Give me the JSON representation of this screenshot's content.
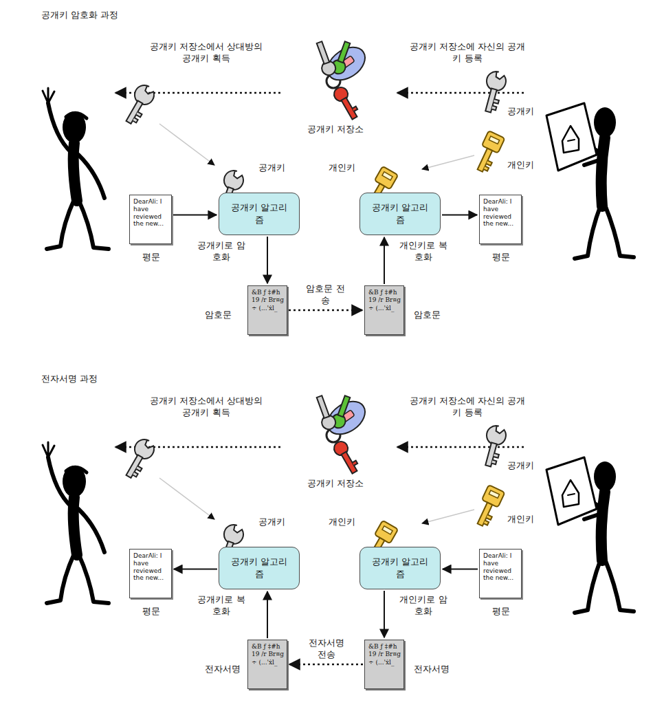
{
  "diagram": {
    "nodes": [
      {
        "text": [
          "DearAli: I have reviewed the new..."
        ]
      },
      {
        "text": [
          "공개키 알고리즘"
        ]
      },
      {
        "text": [
          "공개키 알고리즘"
        ]
      },
      {
        "text": [
          "DearAli: I have reviewed the new..."
        ]
      },
      {
        "text": [
          "&B ƒ ‡#h19 /r Br¤g ÷ (...'ẋl_"
        ]
      },
      {
        "text": [
          "&B ƒ ‡#h19 /r Br¤g ÷ (...'ẋl_"
        ]
      },
      {
        "text": [
          "DearAli: I have reviewed the new..."
        ]
      },
      {
        "text": [
          "공개키 알고리즘"
        ]
      },
      {
        "text": [
          "공개키 알고리즘"
        ]
      },
      {
        "text": [
          "DearAli: I have reviewed the new..."
        ]
      },
      {
        "text": [
          "&B ƒ ‡#h19 /r Br¤g ÷ (...'ẋl_"
        ]
      },
      {
        "text": [
          "&B ƒ ‡#h19 /r Br¤g ÷ (...'ẋl_"
        ]
      }
    ],
    "edges": [
      {
        "from": 0,
        "to": 1,
        "arrow": "to"
      },
      {
        "from": 1,
        "to": 4,
        "arrow": "to"
      },
      {
        "from": 4,
        "to": 5,
        "label": "암호문 전송",
        "arrow": "to"
      },
      {
        "from": 5,
        "to": 2,
        "arrow": "to"
      },
      {
        "from": 2,
        "to": 3,
        "arrow": "to"
      },
      {
        "from": 9,
        "to": 8,
        "arrow": "to"
      },
      {
        "from": 8,
        "to": 11,
        "arrow": "to"
      },
      {
        "from": 11,
        "to": 10,
        "label": "전자서명 전송",
        "arrow": "to"
      },
      {
        "from": 10,
        "to": 7,
        "arrow": "to"
      },
      {
        "from": 7,
        "to": 6,
        "arrow": "to"
      }
    ],
    "labels": [
      "공개키 암호화 과정",
      "공개키 저장소에서 상대방의 공개키 획득",
      "공개키 저장소에 자신의 공개키 등록",
      "공개키 저장소",
      "공개키",
      "개인키",
      "공개키",
      "개인키",
      "공개키로 암호화",
      "개인키로 복호화",
      "평문",
      "평문",
      "암호문",
      "암호문",
      "전자서명 과정",
      "공개키 저장소에서 상대방의 공개키 획득",
      "공개키 저장소에 자신의 공개키 등록",
      "공개키 저장소",
      "공개키",
      "개인키",
      "공개키",
      "개인키",
      "공개키로 복호화",
      "개인키로 암호화",
      "평문",
      "평문",
      "전자서명",
      "전자서명"
    ]
  }
}
